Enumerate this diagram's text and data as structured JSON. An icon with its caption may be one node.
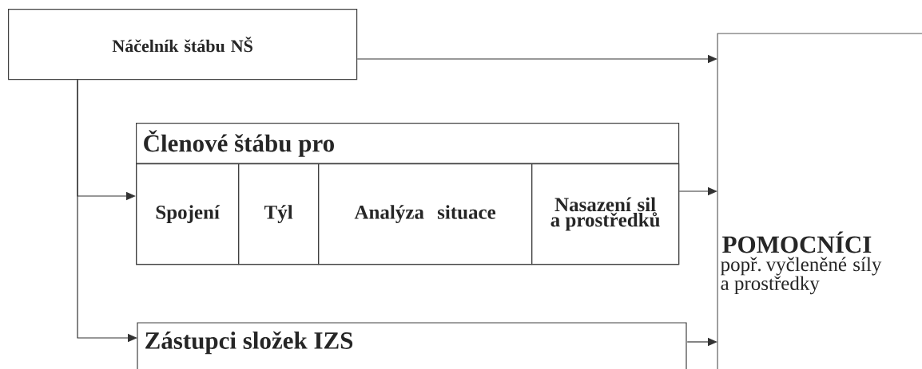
{
  "diagram": {
    "nodes": [
      {
        "text": [
          "Náčelník štábu NŠ"
        ]
      },
      {
        "text": [
          "Členové štábu pro"
        ]
      },
      {
        "text": [
          "Spojení"
        ],
        "in": 1
      },
      {
        "text": [
          "Týl"
        ],
        "in": 1
      },
      {
        "text": [
          "Analýza situace"
        ],
        "in": 1
      },
      {
        "text": [
          "Nasazení sil a prostředků"
        ],
        "in": 1
      },
      {
        "text": [
          "Zástupci složek IZS"
        ]
      },
      {
        "text": [
          "POMOCNÍCI",
          "popř. vyčleněné síly a prostředky"
        ]
      }
    ],
    "edges": [
      {
        "from": 0,
        "to": 7,
        "arrow": "to"
      },
      {
        "from": 0,
        "to": 1,
        "arrow": "to"
      },
      {
        "from": 0,
        "to": 6,
        "arrow": "to"
      },
      {
        "from": 1,
        "to": 7,
        "arrow": "to"
      },
      {
        "from": 6,
        "to": 7,
        "arrow": "to"
      }
    ]
  }
}
